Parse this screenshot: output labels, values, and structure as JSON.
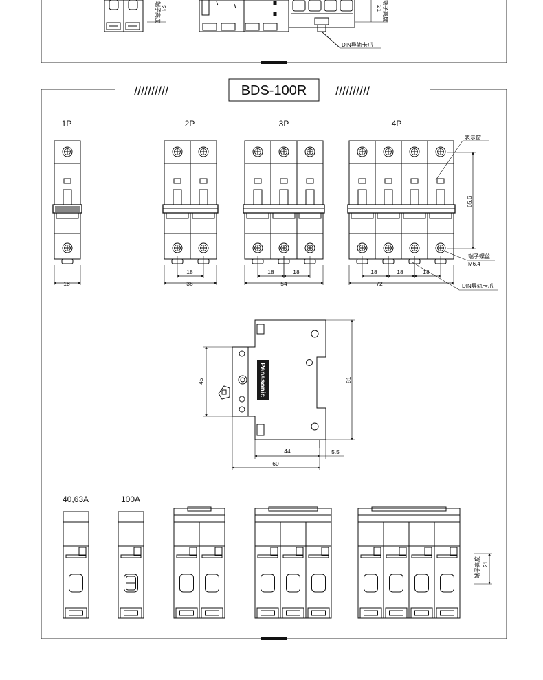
{
  "top_panel": {
    "terminal_height_label": "端子高度",
    "terminal_height_value": "21",
    "din_clip_label": "DIN导轨卡爪"
  },
  "section": {
    "title": "BDS-100R",
    "hatch_left": "//////////",
    "hatch_right": "//////////"
  },
  "front_views": {
    "poles": [
      "1P",
      "2P",
      "3P",
      "4P"
    ],
    "widths": [
      "18",
      "36",
      "54",
      "72"
    ],
    "pitch": "18",
    "height_dim": "65.6",
    "indicator_label": "表示窗",
    "terminal_screw_label": "端子螺丝",
    "terminal_screw_size": "M6.4",
    "din_clip_label": "DIN导轨卡爪"
  },
  "side_view": {
    "brand": "Panasonic",
    "dim_45": "45",
    "dim_81": "81",
    "dim_44": "44",
    "dim_55": "5.5",
    "dim_60": "60"
  },
  "bottom_views": {
    "label_a": "40,63A",
    "label_b": "100A",
    "terminal_height_label": "端子高度",
    "terminal_height_value": "21"
  }
}
